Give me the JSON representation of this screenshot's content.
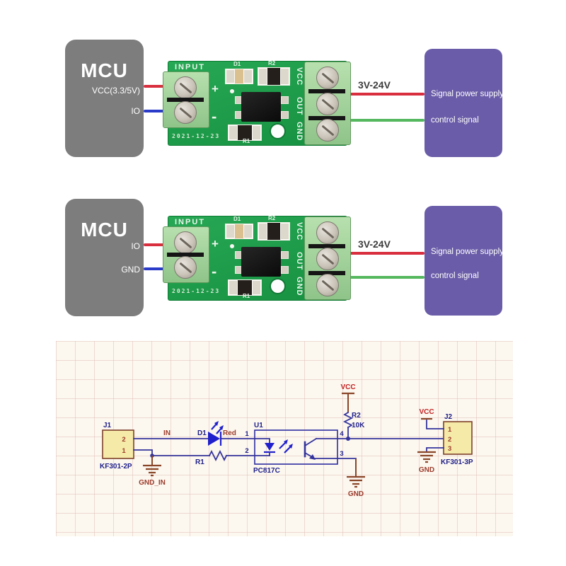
{
  "diagram1": {
    "mcu": "MCU",
    "pin1": "VCC(3.3/5V)",
    "pin2": "IO",
    "wire_label": "3V-24V",
    "box_line1": "Signal power supply",
    "box_line2": "control signal"
  },
  "diagram2": {
    "mcu": "MCU",
    "pin1": "IO",
    "pin2": "GND",
    "wire_label": "3V-24V",
    "box_line1": "Signal power supply",
    "box_line2": "control signal"
  },
  "pcb": {
    "input": "INPUT",
    "plus": "+",
    "minus": "-",
    "d1": "D1",
    "r2": "R2",
    "r1": "R1",
    "vcc": "VCC",
    "out": "OUT",
    "gnd": "GND",
    "date": "2021-12-23"
  },
  "schematic": {
    "j1": {
      "ref": "J1",
      "part": "KF301-2P",
      "pin_top": "2",
      "pin_bottom": "1"
    },
    "net_in": "IN",
    "d1": {
      "ref": "D1",
      "label": "Red"
    },
    "r1": {
      "ref": "R1"
    },
    "u1": {
      "ref": "U1",
      "part": "PC817C",
      "pin1": "1",
      "pin2": "2",
      "pin3": "3",
      "pin4": "4"
    },
    "r2": {
      "ref": "R2",
      "value": "10K"
    },
    "vcc": "VCC",
    "gnd": "GND",
    "gnd_in": "GND_IN",
    "j2": {
      "ref": "J2",
      "part": "KF301-3P",
      "pin1": "1",
      "pin2": "2",
      "pin3": "3"
    }
  },
  "colors": {
    "wire_red": "#d92e3e",
    "wire_blue": "#2b3bc9",
    "wire_green": "#55b85f",
    "supply_box_purple": "#6a5ca8",
    "mcu_gray": "#7d7d7d",
    "pcb_green": "#1f9c48",
    "schematic_wire_navy": "#34349c",
    "schematic_power_brown": "#8a4628"
  }
}
